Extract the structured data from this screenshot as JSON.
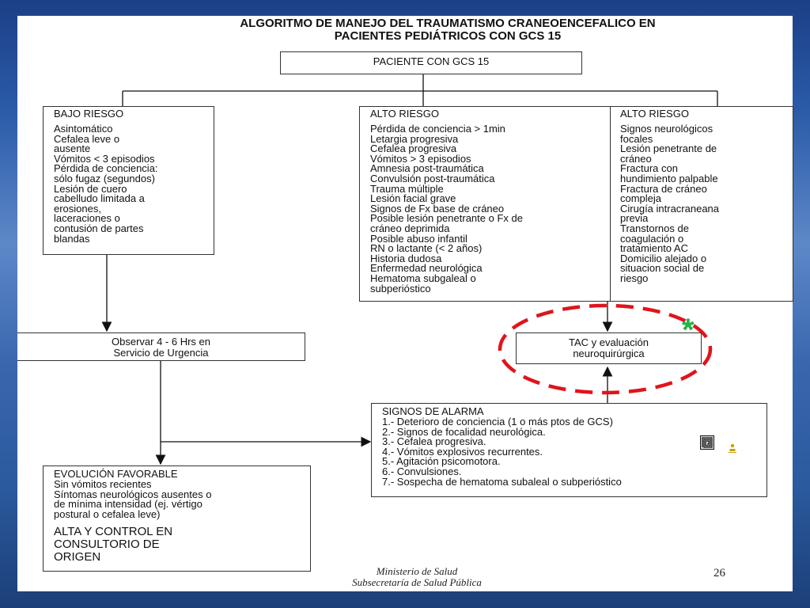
{
  "title": {
    "line1": "ALGORITMO DE MANEJO DEL TRAUMATISMO CRANEOENCEFALICO EN",
    "line2": "PACIENTES PEDIÁTRICOS CON GCS 15"
  },
  "top_box": "PACIENTE CON GCS 15",
  "low_risk": {
    "header": "BAJO RIESGO",
    "items": [
      "Asintomático",
      "Cefalea leve o",
      "ausente",
      "Vómitos < 3 episodios",
      "Pérdida de conciencia:",
      "sólo fugaz (segundos)",
      "Lesión de cuero",
      "cabelludo limitada a",
      "erosiones,",
      "laceraciones o",
      "contusión de partes",
      "blandas"
    ]
  },
  "high_risk_1": {
    "header": "ALTO RIESGO",
    "items": [
      "Pérdida de conciencia > 1min",
      "Letargia progresiva",
      "Cefalea progresiva",
      "Vómitos > 3 episodios",
      "Amnesia post-traumática",
      "Convulsión post-traumática",
      "Trauma múltiple",
      "Lesión facial grave",
      "Signos de Fx base de cráneo",
      "Posible lesión penetrante o Fx de",
      "cráneo deprimida",
      "Posible abuso infantil",
      "RN o lactante (< 2 años)",
      "Historia dudosa",
      "Enfermedad neurológica",
      "Hematoma subgaleal o",
      "subperióstico"
    ]
  },
  "high_risk_2": {
    "header": "ALTO RIESGO",
    "items": [
      "Signos neurológicos",
      "focales",
      "Lesión penetrante de",
      "cráneo",
      "Fractura con",
      "hundimiento palpable",
      "Fractura de cráneo",
      "compleja",
      "Cirugía intracraneana",
      "previa",
      "Transtornos de",
      "coagulación o",
      "tratamiento AC",
      "Domicilio alejado o",
      "situacion social de",
      "riesgo"
    ]
  },
  "observe": {
    "line1": "Observar 4 - 6 Hrs en",
    "line2": "Servicio de Urgencia"
  },
  "tac": {
    "line1": "TAC y evaluación",
    "line2": "neuroquirúrgica"
  },
  "alarm": {
    "header": "SIGNOS DE ALARMA",
    "items": [
      "1.- Deterioro de conciencia (1 o más ptos de GCS)",
      "2.- Signos de focalidad neurológica.",
      "3.- Cefalea progresiva.",
      "4.- Vómitos explosivos recurrentes.",
      "5.- Agitación psicomotora.",
      "6.- Convulsiones.",
      "7.- Sospecha de hematoma subaleal o subperióstico"
    ]
  },
  "favorable": {
    "header": "EVOLUCIÓN FAVORABLE",
    "items": [
      "Sin vómitos recientes",
      "Síntomas neurológicos ausentes o",
      "de mínima intensidad (ej. vértigo",
      "postural o cefalea leve)"
    ],
    "discharge": [
      "ALTA Y CONTROL EN",
      "CONSULTORIO DE",
      "ORIGEN"
    ]
  },
  "asterisk": "*",
  "footer": {
    "line1": "Ministerio de Salud",
    "line2": "Subsecretaría de Salud Pública"
  },
  "page_number": "26",
  "colors": {
    "highlight_ellipse": "#e0141c",
    "asterisk": "#23b34a"
  },
  "icons": [
    "spiral-icon",
    "person-icon"
  ]
}
